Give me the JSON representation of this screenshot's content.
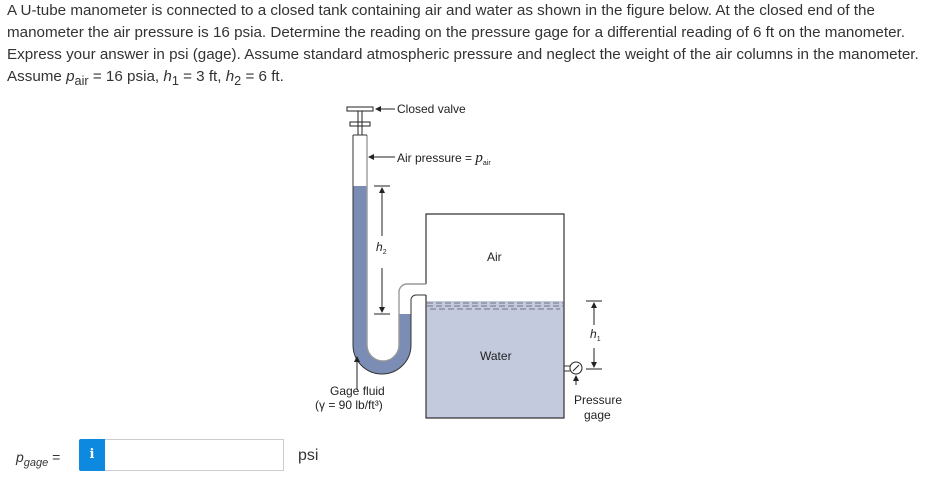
{
  "question": {
    "text_parts": [
      "A U-tube manometer is connected to a closed tank containing air and water as shown in the figure below. At the closed end of the manometer the air pressure is 16 psia. Determine the reading on the pressure gage for a differential reading of 6 ft on the manometer. Express your answer in psi (gage). Assume standard atmospheric pressure and neglect the weight of the air columns in the manometer. Assume ",
      "p",
      "air",
      " = 16 psia, ",
      "h",
      "1",
      " = 3 ft, ",
      "h",
      "2",
      " = 6 ft."
    ]
  },
  "figure": {
    "closed_valve": "Closed valve",
    "air_pressure": "Air pressure = ",
    "p": "p",
    "air_sub": "air",
    "h2": "h",
    "h2_sub": "2",
    "h1": "h",
    "h1_sub": "1",
    "air": "Air",
    "water": "Water",
    "gage_fluid": "Gage fluid",
    "gamma": "(γ = 90 lb/ft³)",
    "pressure": "Pressure",
    "gage": "gage",
    "colors": {
      "gage_fluid": "#7b8db5",
      "water": "#c3cade"
    }
  },
  "answer": {
    "label": "p",
    "label_sub": "gage",
    "equals": " =",
    "info_icon": "i",
    "value": "",
    "unit": "psi"
  }
}
